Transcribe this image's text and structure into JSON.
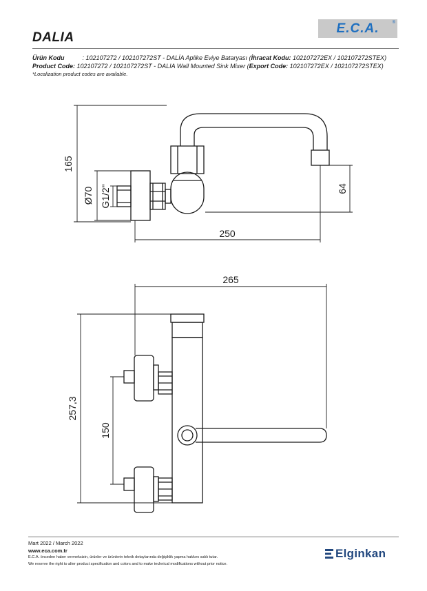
{
  "header": {
    "title": "DALIA",
    "logo_text": "E.C.A.",
    "logo_reg": "®"
  },
  "info": {
    "tr_label": "Ürün Kodu",
    "tr_text": ": 102107272 / 102107272ST - DALİA Aplike Eviye Bataryası (",
    "tr_export_label": "İhracat Kodu:",
    "tr_export_text": " 102107272EX / 102107272STEX)",
    "en_label": "Product Code:",
    "en_text": " 102107272 / 102107272ST - DALIA Wall Mounted Sink Mixer (",
    "en_export_label": "Export Code:",
    "en_export_text": " 102107272EX / 102107272STEX)",
    "note": "*Localization product codes are available."
  },
  "drawing": {
    "top_view": {
      "height_label": "165",
      "diameter_label": "Ø70",
      "thread_label": "G1/2\"",
      "spout_height_label": "64",
      "reach_label": "250"
    },
    "front_view": {
      "width_label": "265",
      "total_height_label": "257,3",
      "center_distance_label": "150"
    }
  },
  "footer": {
    "date": "Mart 2022 / March 2022",
    "website": "www.eca.com.tr",
    "disclaimer_tr": "E.C.A. önceden haber vermeksizin, ürünler ve ürünlerin teknik detaylarında değişiklik yapma hakkını saklı tutar.",
    "disclaimer_en": "We reserve the right to alter product specification and colors and to make technical modifications without prior notice.",
    "brand": "Elginkan"
  },
  "colors": {
    "logo_blue": "#1e6fc0",
    "logo_bg": "#c9c9c9",
    "brand_blue": "#21477e"
  }
}
